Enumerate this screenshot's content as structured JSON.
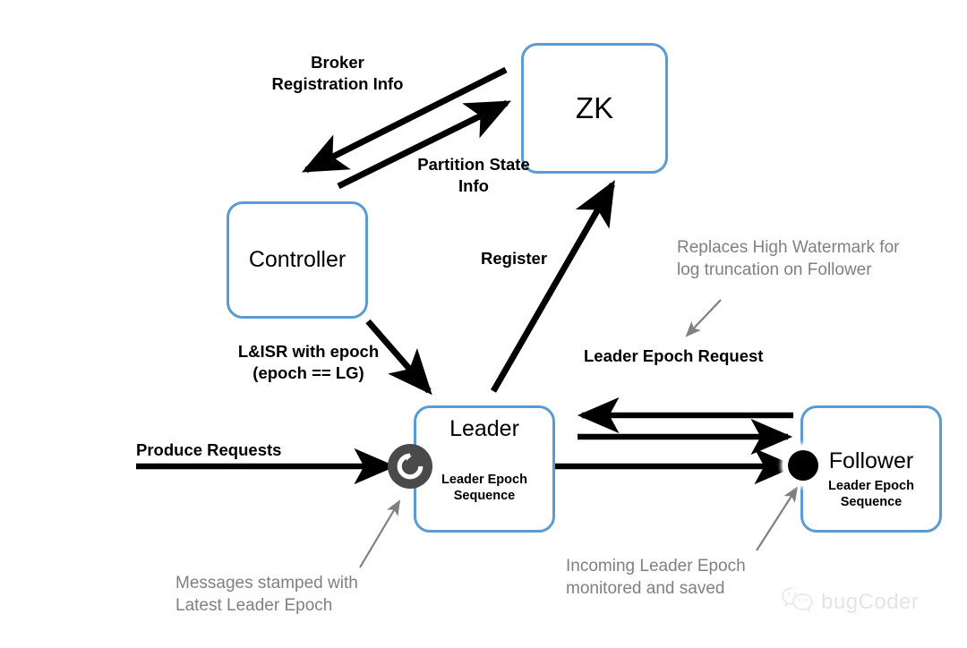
{
  "diagram": {
    "title": "Kafka Leader Epoch / Controller / ZooKeeper interaction diagram",
    "colors": {
      "node_border": "#5B9BD5",
      "arrow": "#000000",
      "annotation_gray": "#808080",
      "leader_marker": "#4a4a4a",
      "follower_marker": "#000000",
      "background": "#ffffff"
    },
    "nodes": [
      {
        "id": "zk",
        "title": "ZK",
        "subtitle": ""
      },
      {
        "id": "controller",
        "title": "Controller",
        "subtitle": ""
      },
      {
        "id": "leader",
        "title": "Leader",
        "subtitle": "Leader Epoch\nSequence"
      },
      {
        "id": "follower",
        "title": "Follower",
        "subtitle": "Leader Epoch\nSequence"
      }
    ],
    "edge_labels": {
      "broker_registration": "Broker\nRegistration Info",
      "partition_state": "Partition State\nInfo",
      "register": "Register",
      "leader_isr": "L&ISR with epoch\n(epoch == LG)",
      "produce_requests": "Produce Requests",
      "leader_epoch_request": "Leader Epoch Request"
    },
    "annotations": {
      "replaces_high_watermark": "Replaces High Watermark for\nlog truncation on Follower",
      "messages_stamped": "Messages stamped with\nLatest Leader Epoch",
      "incoming_monitored": "Incoming Leader Epoch\nmonitored and saved"
    },
    "markers": {
      "leader_marker_icon": "refresh-circle-icon",
      "follower_marker_icon": "filled-circle-icon"
    },
    "watermark": {
      "icon": "wechat-icon",
      "text": "bugCoder"
    }
  }
}
